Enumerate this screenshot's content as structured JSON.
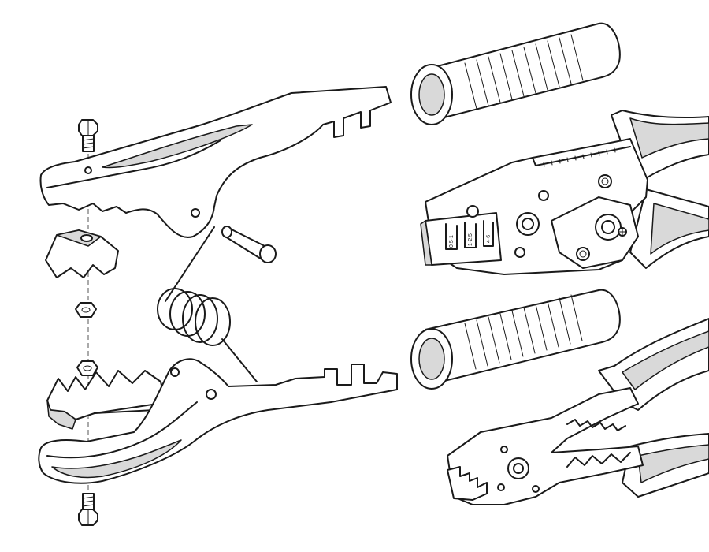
{
  "die_labels": [
    "0.5-1",
    "1-2.5",
    "4-6"
  ],
  "colors": {
    "line": "#1a1a1a",
    "fill": "#ffffff",
    "shade": "#d9d9d9"
  }
}
